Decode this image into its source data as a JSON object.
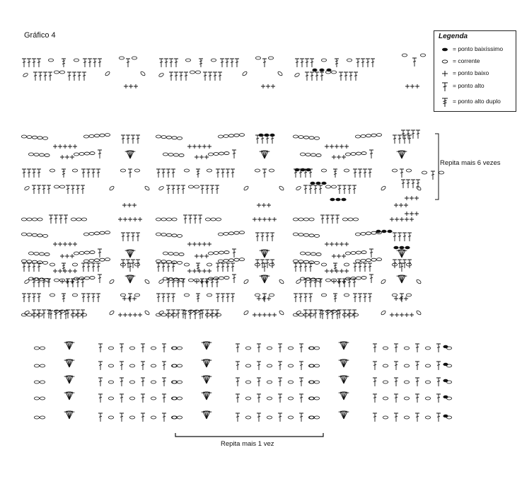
{
  "title": "Gráfico 4",
  "legend": {
    "title": "Legenda",
    "items": [
      {
        "key": "slip",
        "label": "= ponto baixíssimo"
      },
      {
        "key": "chain",
        "label": "= corrente"
      },
      {
        "key": "sc",
        "label": "= ponto baixo"
      },
      {
        "key": "dc",
        "label": "= ponto alto"
      },
      {
        "key": "tr",
        "label": "= ponto alto duplo"
      }
    ]
  },
  "annotations": {
    "repeat_six": "Repita mais 6 vezes",
    "repeat_once": "Repita mais 1 vez"
  },
  "colors": {
    "ink": "#111111",
    "background": "#ffffff"
  }
}
